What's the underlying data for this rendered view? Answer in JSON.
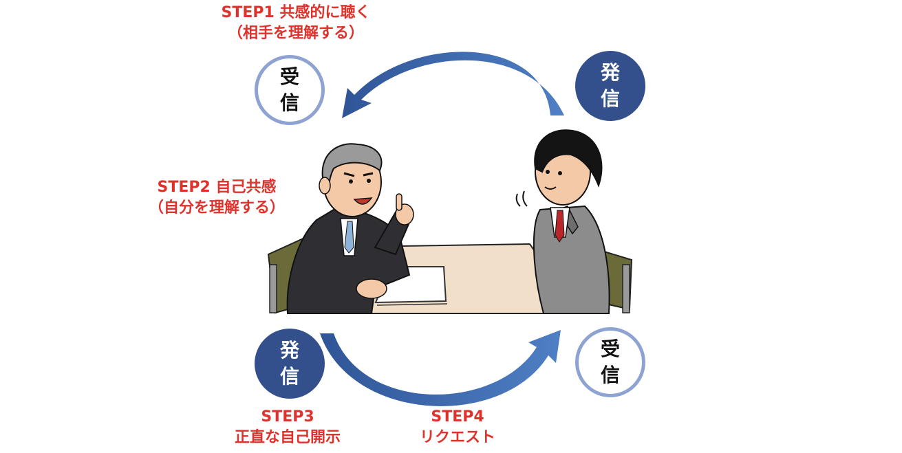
{
  "colors": {
    "step_text": "#e0322c",
    "send_badge": "#33508c",
    "receive_ring": "#8fa3d3",
    "arrow": "#3a63a8",
    "table": "#f2dfc9"
  },
  "steps": {
    "step1": {
      "line1": "STEP1 共感的に聴く",
      "line2": "（相手を理解する）"
    },
    "step2": {
      "line1": "STEP2 自己共感",
      "line2": "（自分を理解する）"
    },
    "step3": {
      "line1": "STEP3",
      "line2": "正直な自己開示"
    },
    "step4": {
      "line1": "STEP4",
      "line2": "リクエスト"
    }
  },
  "badges": {
    "top_left": {
      "type": "receive",
      "char1": "受",
      "char2": "信"
    },
    "top_right": {
      "type": "send",
      "char1": "発",
      "char2": "信"
    },
    "bottom_left": {
      "type": "send",
      "char1": "発",
      "char2": "信"
    },
    "bottom_right": {
      "type": "receive",
      "char1": "受",
      "char2": "信"
    }
  },
  "illustration": {
    "left_person": "older-businessman-speaking",
    "right_person": "young-businessman-listening"
  }
}
